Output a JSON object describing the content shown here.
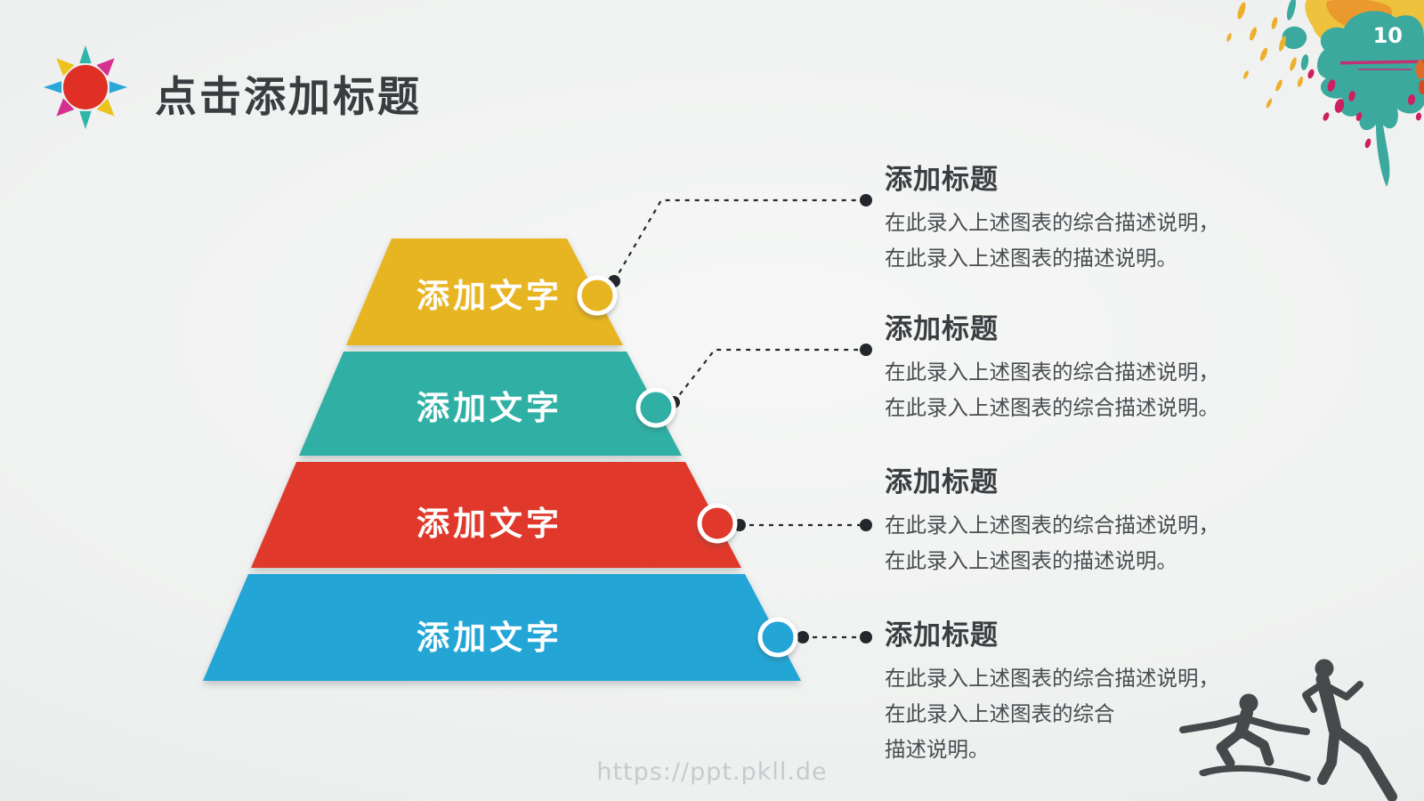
{
  "slide": {
    "title": "点击添加标题",
    "page_number": "10",
    "watermark": "https://ppt.pkll.de"
  },
  "pyramid": {
    "levels": [
      {
        "label": "添加文字",
        "color": "#e8b522"
      },
      {
        "label": "添加文字",
        "color": "#30b0a5"
      },
      {
        "label": "添加文字",
        "color": "#e0392b"
      },
      {
        "label": "添加文字",
        "color": "#23a5d5"
      }
    ]
  },
  "blocks": [
    {
      "title": "添加标题",
      "lines": [
        "在此录入上述图表的综合描述说明，",
        "在此录入上述图表的描述说明。"
      ]
    },
    {
      "title": "添加标题",
      "lines": [
        "在此录入上述图表的综合描述说明，",
        "在此录入上述图表的综合描述说明。"
      ]
    },
    {
      "title": "添加标题",
      "lines": [
        "在此录入上述图表的综合描述说明，",
        "在此录入上述图表的描述说明。"
      ]
    },
    {
      "title": "添加标题",
      "lines": [
        "在此录入上述图表的综合描述说明，",
        "在此录入上述图表的综合",
        "描述说明。"
      ]
    }
  ],
  "colors": {
    "yellow": "#e8b522",
    "teal": "#30b0a5",
    "red": "#e0392b",
    "blue": "#23a5d5",
    "sun_center_red": "#e03026",
    "sun_ray_teal": "#2eb6aa",
    "sun_ray_cyan": "#2aa7d6",
    "sun_ray_magenta": "#d72f90",
    "sun_ray_yellow": "#eec21c",
    "splash_teal": "#3ba99e",
    "splash_yellow": "#eec23c",
    "splash_crimson": "#ce1f5e",
    "connector_dark": "#23262b",
    "title_text": "#393d40",
    "body_text": "#494d50",
    "silhouette_gray": "#46484b"
  }
}
